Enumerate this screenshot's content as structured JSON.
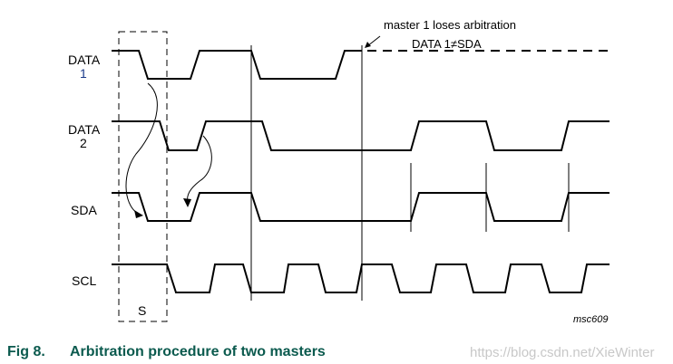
{
  "signals": {
    "data1": {
      "line1": "DATA",
      "line2": "1"
    },
    "data2": {
      "line1": "DATA",
      "line2": "2"
    },
    "sda": "SDA",
    "scl": "SCL"
  },
  "annotation": {
    "line1": "master 1 loses arbitration",
    "line2": "DATA 1≠SDA"
  },
  "start_label": "S",
  "figure_id": "msc609",
  "caption": {
    "number": "Fig 8.",
    "title": "Arbitration procedure of two masters"
  },
  "watermark": "https://blog.csdn.net/XieWinter",
  "colors": {
    "caption": "#0b5a4e",
    "wave": "#000000",
    "label_number": "#1a3a8a"
  }
}
